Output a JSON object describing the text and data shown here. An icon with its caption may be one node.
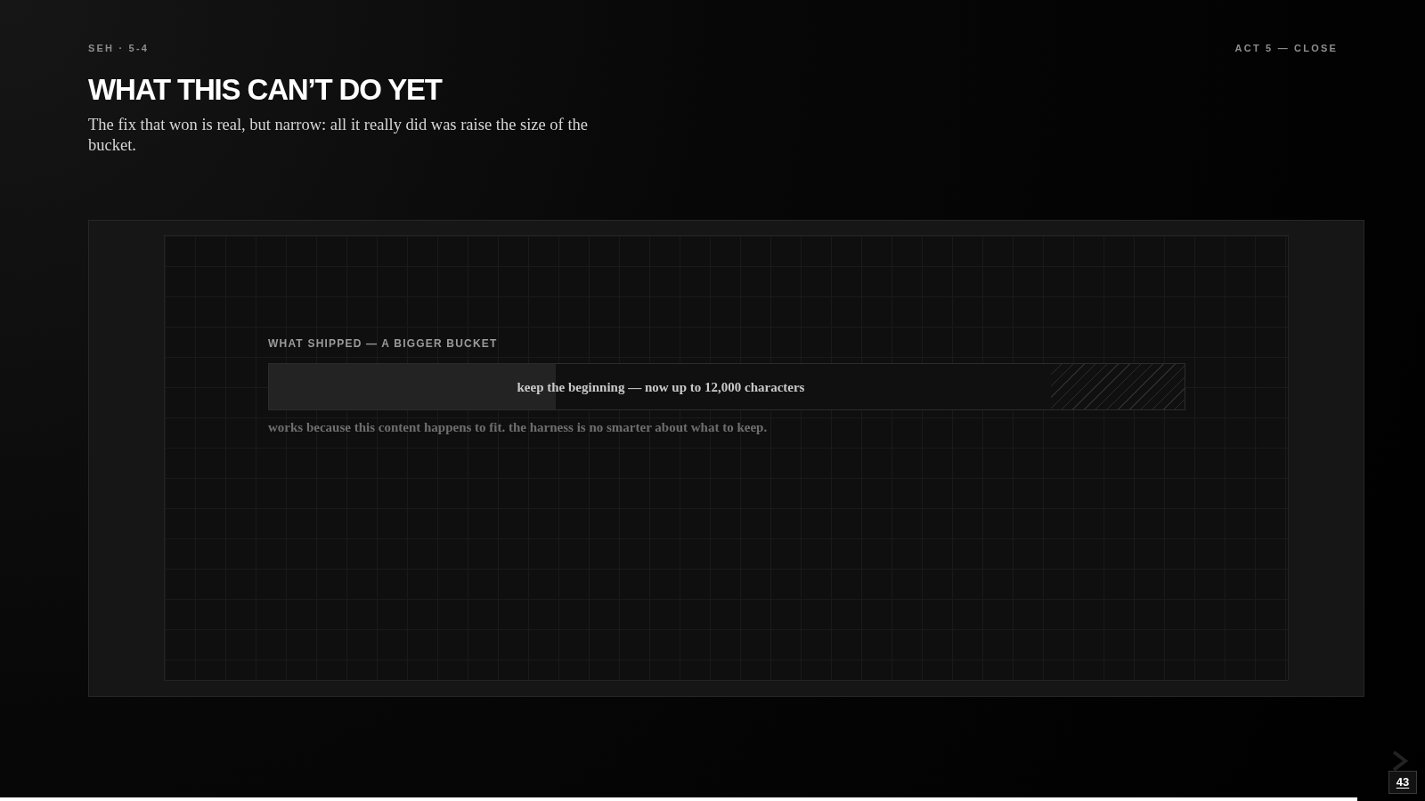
{
  "diagram": {
    "title": "WHAT THIS CAN’T DO YET",
    "nodes": [
      {
        "text": [],
        "shape": "box"
      },
      {
        "text": [
          "WHAT SHIPPED — A BIGGER BUCKET"
        ],
        "in": 0
      },
      {
        "text": [
          "keep the beginning — now up to 12,000 characters"
        ],
        "in": 1,
        "beside": [
          "works because this content happens to fit. the harness is no smarter about what to keep."
        ]
      },
      {
        "text": [],
        "shape": "box",
        "in": 2
      },
      {
        "text": [],
        "shape": "box",
        "in": 2
      }
    ],
    "labels": [
      "SEH · 5-4",
      "ACT 5 — CLOSE",
      "The fix that won is real, but narrow: all it really did was raise the size of the bucket.",
      "43"
    ]
  }
}
